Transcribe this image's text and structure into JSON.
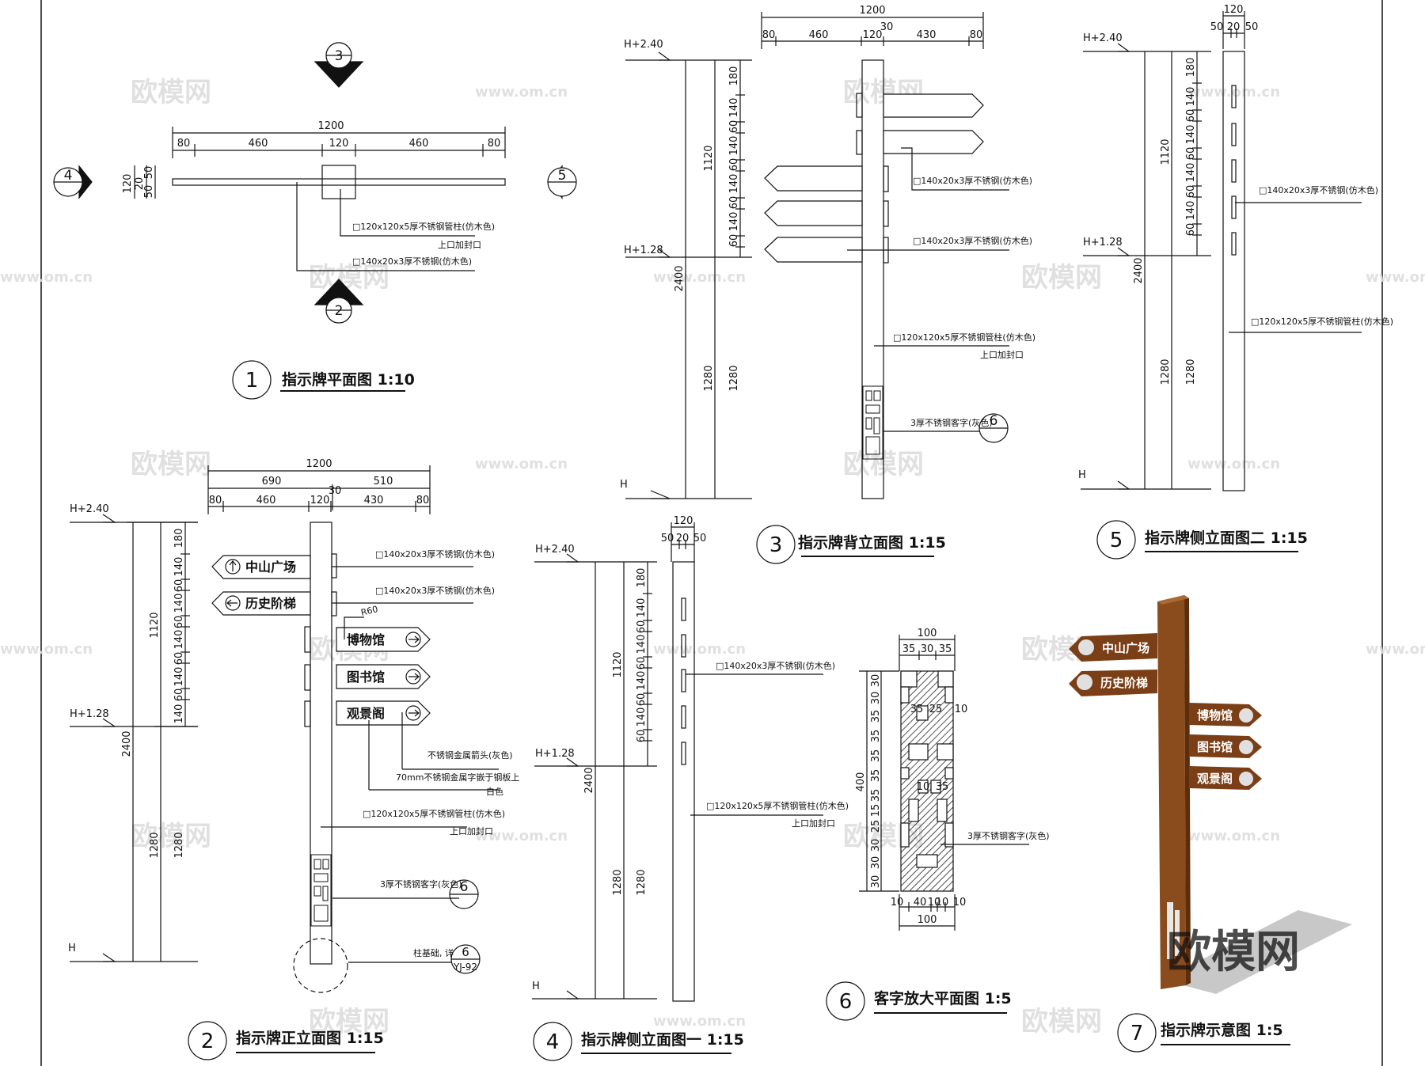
{
  "watermark": {
    "cn": "欧模网",
    "url": "www.om.cn",
    "logo": "欧模网"
  },
  "colors": {
    "line": "#111111",
    "wood": "#8a4b1d",
    "wood_dark": "#5c2e0c",
    "hatch": "#222222"
  },
  "levels": {
    "top": "H+2.40",
    "mid": "H+1.28",
    "base": "H"
  },
  "view1": {
    "title": "指示牌平面图  1:10",
    "num": "1",
    "dim_total": "1200",
    "dims": [
      "80",
      "460",
      "120",
      "460",
      "80"
    ],
    "left_dims": [
      "120",
      "20",
      "50",
      "50"
    ],
    "marker3": "3",
    "marker2": "2",
    "marker4": "4",
    "marker5": "5",
    "ann_post": "□120x120x5厚不锈钢管柱(仿木色)",
    "ann_post2": "上口加封口",
    "ann_plate": "□140x20x3厚不锈钢(仿木色)"
  },
  "view2": {
    "title": "指示牌正立面图  1:15",
    "num": "2",
    "dim_total": "1200",
    "dim_l": "690",
    "dim_r": "510",
    "dims": [
      "80",
      "460",
      "120",
      "430",
      "80"
    ],
    "dim_30": "30",
    "vdims": [
      "180",
      "140",
      "60",
      "140",
      "60",
      "140",
      "60",
      "140",
      "60",
      "140",
      "60",
      "140"
    ],
    "v1120": "1120",
    "v1280": "1280",
    "v2400": "2400",
    "signs": [
      "中山广场",
      "历史阶梯",
      "博物馆",
      "图书馆",
      "观景阁"
    ],
    "r60": "R60",
    "ann_plate1": "□140x20x3厚不锈钢(仿木色)",
    "ann_plate2": "□140x20x3厚不锈钢(仿木色)",
    "ann_arrow": "不锈钢金属箭头(灰色)",
    "ann_text1": "70mm不锈钢金属字嵌于钢板上",
    "ann_text2": "白色",
    "ann_post": "□120x120x5厚不锈钢管柱(仿木色)",
    "ann_post2": "上口加封口",
    "ann_char": "3厚不锈钢客字(灰色)",
    "ann_char_ref": "6",
    "ann_found": "柱基础, 详",
    "ann_found_ref": "6",
    "ann_found_sub": "YJ-92"
  },
  "view3": {
    "title": "指示牌背立面图  1:15",
    "num": "3",
    "dim_total": "1200",
    "dims": [
      "80",
      "460",
      "120",
      "430",
      "80"
    ],
    "dim_30": "30",
    "vdims": [
      "180",
      "140",
      "60",
      "140",
      "60",
      "140",
      "60",
      "140",
      "60",
      "140",
      "60",
      "140"
    ],
    "v1120": "1120",
    "v1280": "1280",
    "v2400": "2400",
    "ann_plate1": "□140x20x3厚不锈钢(仿木色)",
    "ann_plate2": "□140x20x3厚不锈钢(仿木色)",
    "ann_post": "□120x120x5厚不锈钢管柱(仿木色)",
    "ann_post2": "上口加封口",
    "ann_char": "3厚不锈钢客字(灰色)",
    "ann_char_ref": "6"
  },
  "view4": {
    "title": "指示牌侧立面图一  1:15",
    "num": "4",
    "dim_total": "120",
    "dims": [
      "50",
      "20",
      "50"
    ],
    "vdims": [
      "180",
      "140",
      "60",
      "140",
      "60",
      "140",
      "60",
      "140",
      "60",
      "140",
      "60",
      "140"
    ],
    "v1120": "1120",
    "v1280": "1280",
    "v2400": "2400",
    "ann_plate": "□140x20x3厚不锈钢(仿木色)",
    "ann_post": "□120x120x5厚不锈钢管柱(仿木色)",
    "ann_post2": "上口加封口"
  },
  "view5": {
    "title": "指示牌侧立面图二  1:15",
    "num": "5",
    "dim_total": "120",
    "dims": [
      "50",
      "20",
      "50"
    ],
    "vdims": [
      "180",
      "140",
      "60",
      "140",
      "60",
      "140",
      "60",
      "140",
      "60",
      "140",
      "60",
      "140"
    ],
    "v1120": "1120",
    "v1280": "1280",
    "v2400": "2400",
    "ann_plate": "□140x20x3厚不锈钢(仿木色)",
    "ann_post": "□120x120x5厚不锈钢管柱(仿木色)"
  },
  "view6": {
    "title": "客字放大平面图  1:5",
    "num": "6",
    "dim_top": "100",
    "dims_top": [
      "35",
      "30",
      "35"
    ],
    "dim_bot": "100",
    "dims_bot": [
      "10",
      "40",
      "10",
      "10",
      "10"
    ],
    "inner_top": [
      "35",
      "25",
      "10"
    ],
    "inner_mid": [
      "10",
      "35"
    ],
    "v400": "400",
    "vdims": [
      "30",
      "30",
      "35",
      "35",
      "35",
      "35",
      "35",
      "15",
      "25",
      "30",
      "30",
      "30"
    ],
    "ann_char": "3厚不锈钢客字(灰色)"
  },
  "view7": {
    "title": "指示牌示意图  1:5",
    "num": "7",
    "signs": [
      "中山广场",
      "历史阶梯",
      "博物馆",
      "图书馆",
      "观景阁"
    ]
  }
}
